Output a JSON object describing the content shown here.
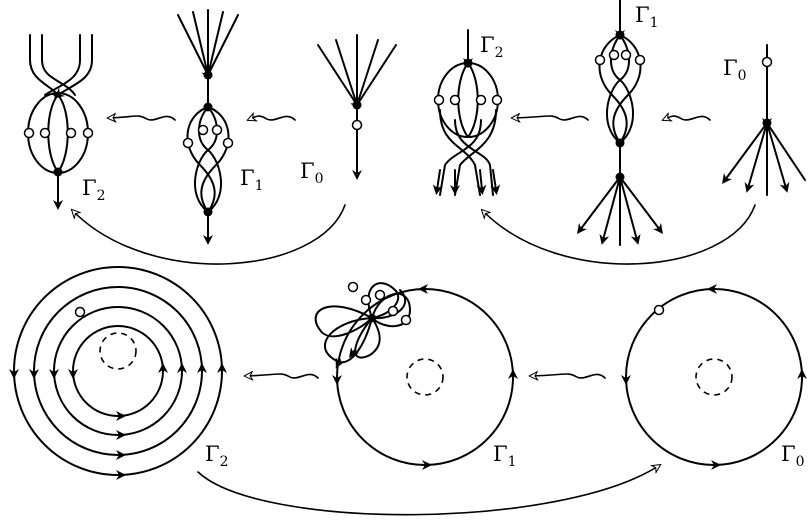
{
  "labels": {
    "gamma": "Γ",
    "sub0": "0",
    "sub1": "1",
    "sub2": "2"
  },
  "colors": {
    "stroke": "#000000",
    "background": "#ffffff"
  }
}
